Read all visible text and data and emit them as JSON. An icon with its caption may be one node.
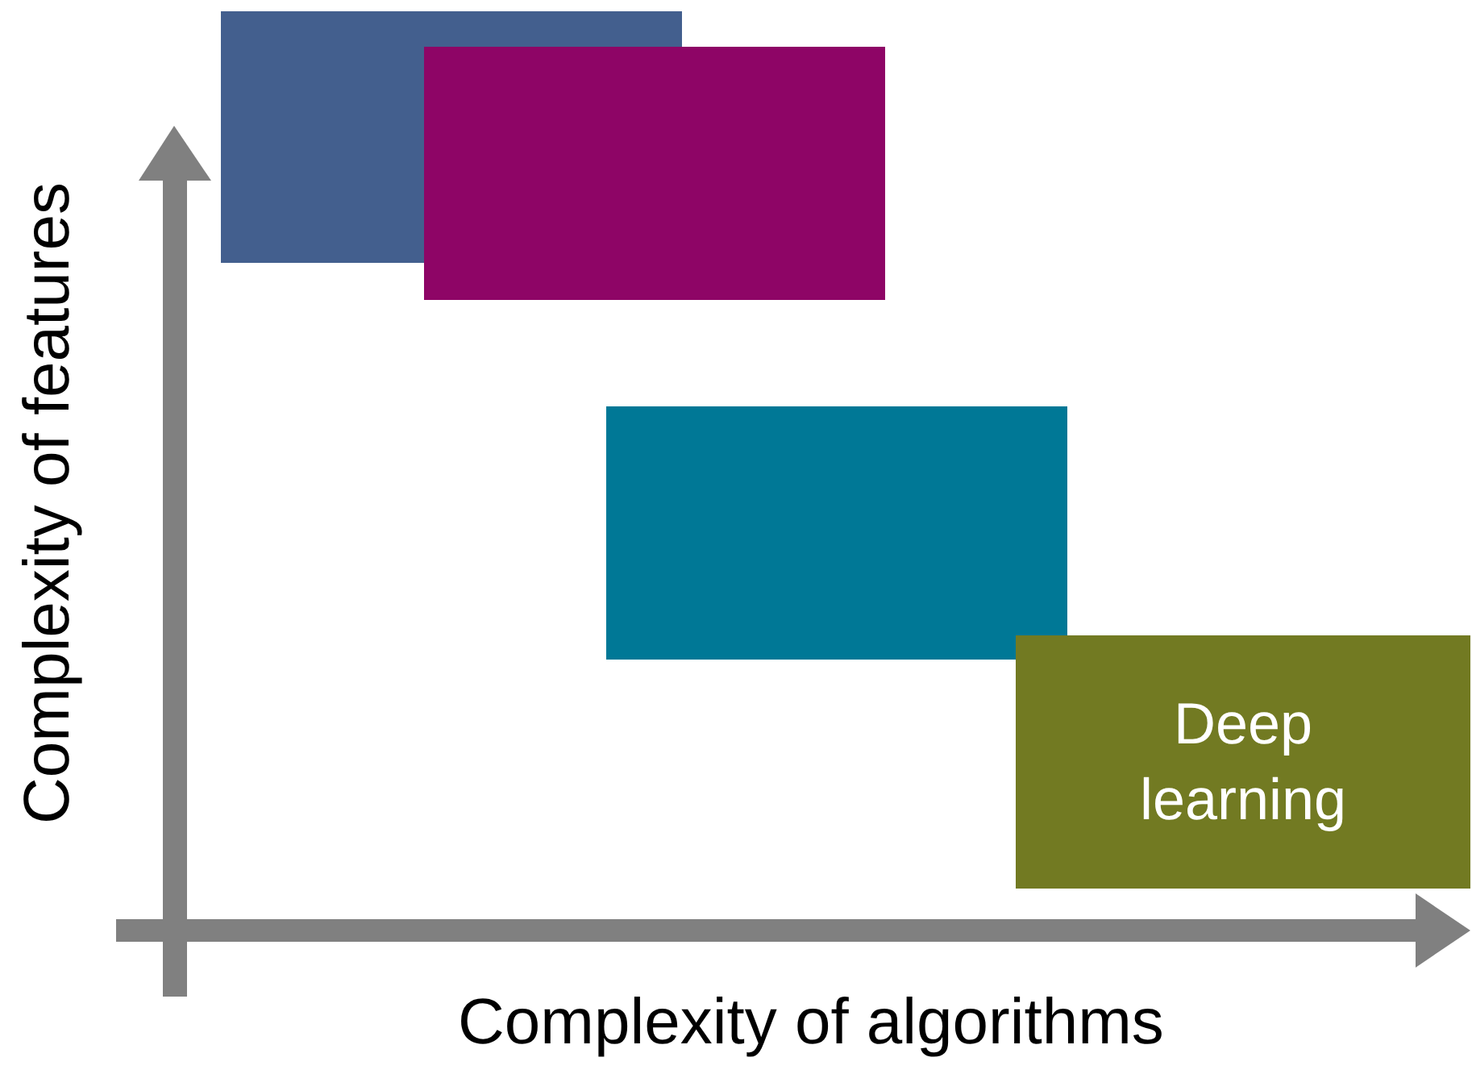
{
  "diagram": {
    "nodes": [
      {
        "text": [],
        "shape": "box"
      },
      {
        "text": [],
        "shape": "box"
      },
      {
        "text": [],
        "shape": "box"
      },
      {
        "text": [
          "Deep learning"
        ]
      }
    ],
    "labels": [
      "Complexity of features",
      "Complexity of algorithms"
    ]
  }
}
